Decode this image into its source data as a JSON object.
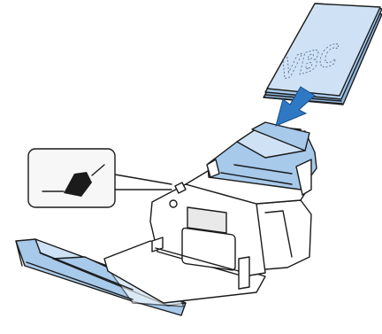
{
  "document": {
    "text": "VBC"
  },
  "colors": {
    "paper_blue": "#a7c9ea",
    "paper_blue_light": "#cfe2f5",
    "outline": "#1b1b1b",
    "arrow_blue": "#2f78c4"
  },
  "icons": [
    "document-stack",
    "insert-arrow",
    "scanner",
    "paper-thickness-lever-icon",
    "callout-box"
  ]
}
